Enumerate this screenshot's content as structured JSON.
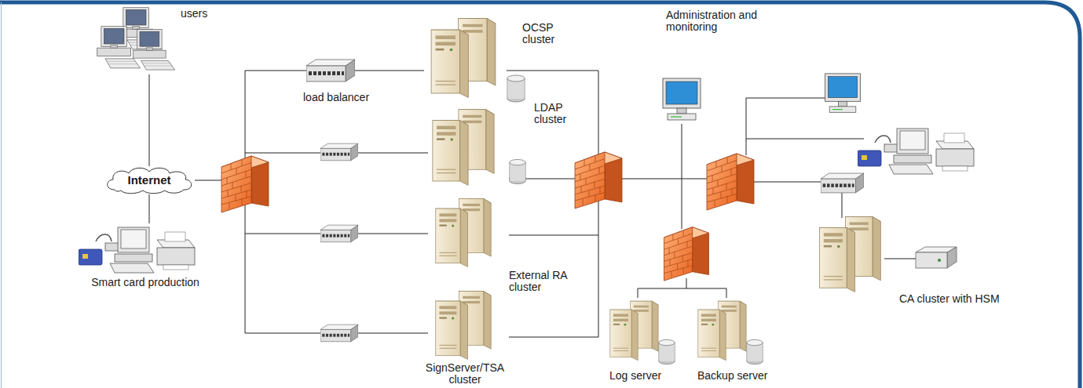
{
  "diagram": {
    "nodes": [
      {
        "text": [
          "users"
        ]
      },
      {
        "text": [
          "Internet"
        ]
      },
      {
        "text": [
          "Smart card production"
        ]
      },
      {
        "text": [
          "load balancer"
        ]
      },
      {
        "text": [
          "OCSP cluster"
        ]
      },
      {
        "text": [
          "LDAP cluster"
        ]
      },
      {
        "text": [
          "External RA cluster"
        ]
      },
      {
        "text": [
          "SignServer/TSA cluster"
        ]
      },
      {
        "text": [
          "Administration and monitoring"
        ]
      },
      {
        "text": [
          "Log server"
        ]
      },
      {
        "text": [
          "Backup server"
        ]
      },
      {
        "text": [
          "CA cluster with HSM"
        ]
      }
    ],
    "edges": [
      {
        "from": 0,
        "to": 1,
        "arrow": "none"
      },
      {
        "from": 1,
        "to": 2,
        "arrow": "none"
      },
      {
        "from": 3,
        "to": 4,
        "arrow": "none"
      }
    ]
  }
}
